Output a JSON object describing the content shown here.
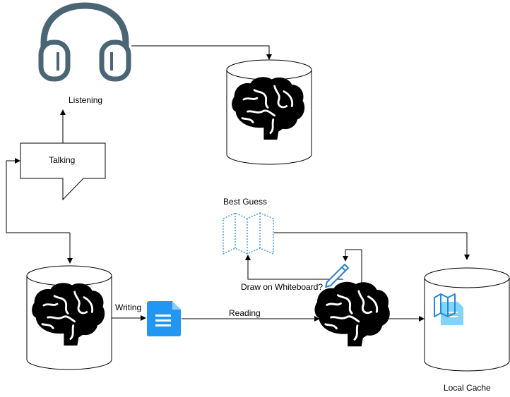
{
  "labels": {
    "listening": "Listening",
    "talking": "Talking",
    "best_guess": "Best Guess",
    "draw_on_whiteboard": "Draw on Whiteboard?",
    "writing": "Writing",
    "reading": "Reading",
    "local_cache": "Local Cache"
  },
  "icons": {
    "headphones": "headphones-icon",
    "brain": "brain-icon",
    "document": "document-icon",
    "map": "map-icon",
    "pencil": "pencil-icon",
    "cylinder": "database-cylinder"
  },
  "colors": {
    "headphones": "#4a6573",
    "document": "#2196f3",
    "map_outline": "#4b9bd8",
    "pencil": "#2a7fd4",
    "cache_map": "#1e88e5",
    "cache_doc": "#81d4fa",
    "stroke": "#000000"
  }
}
